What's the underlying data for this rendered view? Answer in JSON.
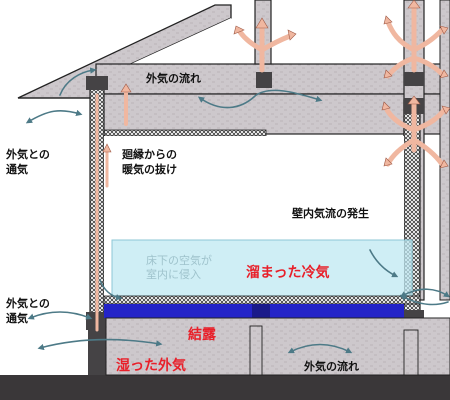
{
  "labels": {
    "outside_flow_top": "外気の流れ",
    "exchange_upper": [
      "外気との",
      "通気"
    ],
    "heat_escape": [
      "廻縁からの",
      "暖気の抜け"
    ],
    "wall_airflow": "壁内気流の発生",
    "underfloor_intrusion": [
      "床下の空気が",
      "室内に侵入"
    ],
    "pooled_cold_air": "溜まった冷気",
    "exchange_lower": [
      "外気との",
      "通気"
    ],
    "condensation": "結露",
    "humid_outside_air": "湿った外気",
    "outside_flow_bottom": "外気の流れ"
  },
  "colors": {
    "structure_gray": "#cdc8cc",
    "beam_dark": "#454345",
    "warm_air": "#f0b7a0",
    "warm_air_stroke": "#a05a46",
    "outside_air": "#c6e0ea",
    "outside_air_stroke": "#4d7a87",
    "cold_air": "#bfe8f2",
    "condensation_blue": "#2424c8",
    "red_text": "#e8202a",
    "ground": "#3a3739"
  }
}
